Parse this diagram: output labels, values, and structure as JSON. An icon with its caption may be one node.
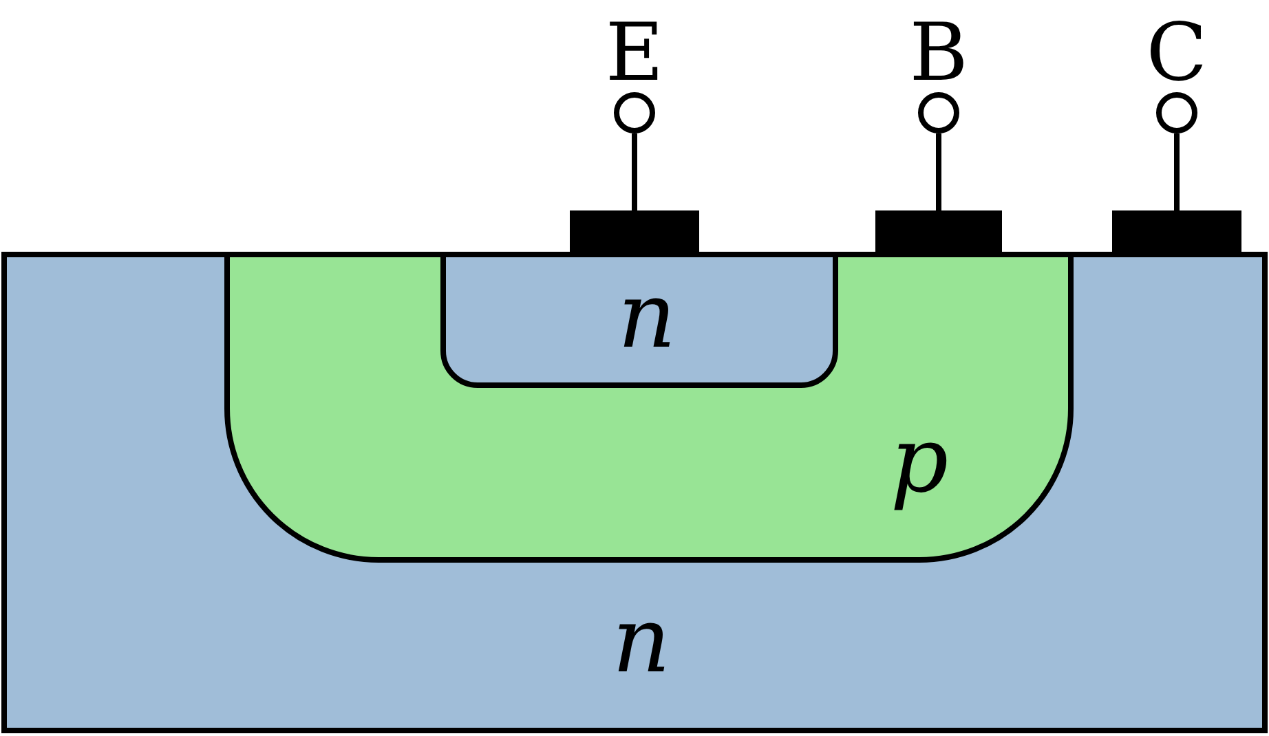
{
  "diagram": {
    "nodes": [
      {
        "text": [
          "n"
        ]
      },
      {
        "text": [
          "p"
        ],
        "in": 0
      },
      {
        "text": [
          "n"
        ],
        "in": 1
      },
      {
        "text": [
          "E"
        ]
      },
      {
        "text": [
          "B"
        ]
      },
      {
        "text": [
          "C"
        ]
      },
      {
        "text": [],
        "shape": "bar"
      },
      {
        "text": [],
        "shape": "bar"
      },
      {
        "text": [],
        "shape": "bar"
      }
    ],
    "edges": [
      {
        "from": 3,
        "to": 6,
        "arrow": "none"
      },
      {
        "from": 4,
        "to": 7,
        "arrow": "none"
      },
      {
        "from": 5,
        "to": 8,
        "arrow": "none"
      }
    ]
  }
}
